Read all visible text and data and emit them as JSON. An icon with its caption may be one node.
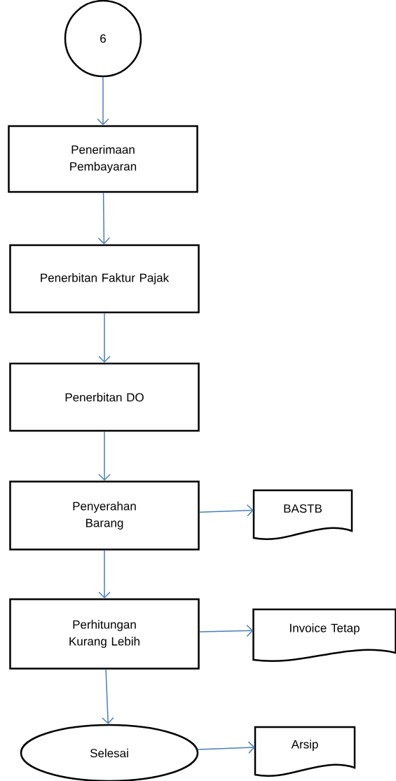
{
  "diagram": {
    "nodes": [
      {
        "text": [
          "6"
        ]
      },
      {
        "text": [
          "Penerimaan Pembayaran"
        ]
      },
      {
        "text": [
          "Penerbitan Faktur Pajak"
        ]
      },
      {
        "text": [
          "Penerbitan DO"
        ]
      },
      {
        "text": [
          "Penyerahan Barang"
        ]
      },
      {
        "text": [
          "BASTB"
        ]
      },
      {
        "text": [
          "Perhitungan Kurang Lebih"
        ]
      },
      {
        "text": [
          "Invoice Tetap"
        ]
      },
      {
        "text": [
          "Selesai"
        ]
      },
      {
        "text": [
          "Arsip"
        ]
      }
    ],
    "edges": [
      {
        "from": 0,
        "to": 1,
        "arrow": "to"
      },
      {
        "from": 1,
        "to": 2,
        "arrow": "to"
      },
      {
        "from": 2,
        "to": 3,
        "arrow": "to"
      },
      {
        "from": 3,
        "to": 4,
        "arrow": "to"
      },
      {
        "from": 4,
        "to": 5,
        "arrow": "to"
      },
      {
        "from": 4,
        "to": 6,
        "arrow": "to"
      },
      {
        "from": 6,
        "to": 7,
        "arrow": "to"
      },
      {
        "from": 6,
        "to": 8,
        "arrow": "to"
      },
      {
        "from": 8,
        "to": 9,
        "arrow": "to"
      }
    ]
  }
}
